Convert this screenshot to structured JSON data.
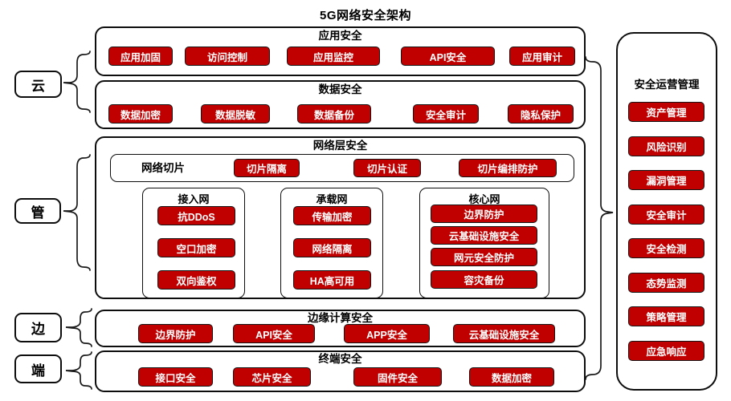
{
  "title": "5G网络安全架构",
  "colors": {
    "node": "#c00000",
    "border": "#000000",
    "node_text": "#ffffff"
  },
  "left_labels": {
    "cloud": "云",
    "pipe": "管",
    "edge": "边",
    "device": "端"
  },
  "sections": {
    "app": {
      "title": "应用安全",
      "items": [
        "应用加固",
        "访问控制",
        "应用监控",
        "API安全",
        "应用审计"
      ]
    },
    "data": {
      "title": "数据安全",
      "items": [
        "数据加密",
        "数据脱敏",
        "数据备份",
        "安全审计",
        "隐私保护"
      ]
    },
    "network": {
      "title": "网络层安全",
      "slicing": {
        "label": "网络切片",
        "items": [
          "切片隔离",
          "切片认证",
          "切片编排防护"
        ]
      },
      "access": {
        "title": "接入网",
        "items": [
          "抗DDoS",
          "空口加密",
          "双向鉴权"
        ]
      },
      "bearer": {
        "title": "承载网",
        "items": [
          "传输加密",
          "网络隔离",
          "HA高可用"
        ]
      },
      "core": {
        "title": "核心网",
        "items": [
          "边界防护",
          "云基础设施安全",
          "网元安全防护",
          "容灾备份"
        ]
      }
    },
    "edge": {
      "title": "边缘计算安全",
      "items": [
        "边界防护",
        "API安全",
        "APP安全",
        "云基础设施安全"
      ]
    },
    "terminal": {
      "title": "终端安全",
      "items": [
        "接口安全",
        "芯片安全",
        "固件安全",
        "数据加密"
      ]
    }
  },
  "ops_panel": {
    "title": "安全运营管理",
    "items": [
      "资产管理",
      "风险识别",
      "漏洞管理",
      "安全审计",
      "安全检测",
      "态势监测",
      "策略管理",
      "应急响应"
    ]
  }
}
